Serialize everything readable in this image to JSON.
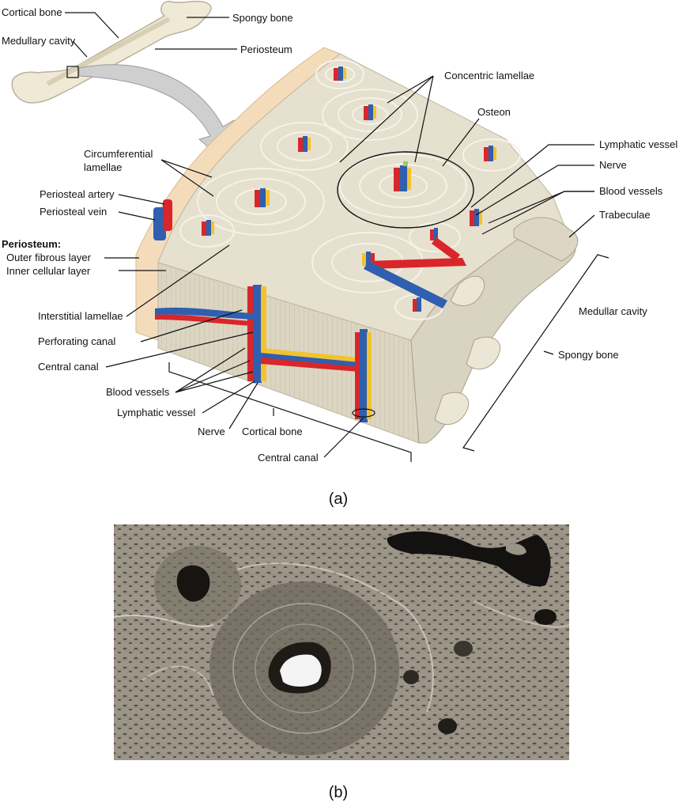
{
  "figure_a": {
    "caption": "(a)",
    "labels": {
      "cortical_bone_top": "Cortical bone",
      "medullary_cavity": "Medullary cavity",
      "spongy_bone_top": "Spongy bone",
      "periosteum_top": "Periosteum",
      "concentric_lamellae": "Concentric lamellae",
      "osteon": "Osteon",
      "circumferential_lamellae_1": "Circumferential",
      "circumferential_lamellae_2": "lamellae",
      "lymphatic_vessel_right": "Lymphatic vessel",
      "nerve_right": "Nerve",
      "blood_vessels_right": "Blood vessels",
      "trabeculae": "Trabeculae",
      "periosteal_artery": "Periosteal artery",
      "periosteal_vein": "Periosteal vein",
      "periosteum_heading": "Periosteum:",
      "outer_fibrous_layer": "Outer fibrous layer",
      "inner_cellular_layer": "Inner cellular layer",
      "medullar_cavity": "Medullar cavity",
      "interstitial_lamellae": "Interstitial lamellae",
      "perforating_canal": "Perforating canal",
      "central_canal_left": "Central canal",
      "spongy_bone_right": "Spongy bone",
      "blood_vessels_bottom": "Blood vessels",
      "lymphatic_vessel_bottom": "Lymphatic vessel",
      "nerve_bottom": "Nerve",
      "cortical_bone_bottom": "Cortical bone",
      "central_canal_bottom": "Central canal"
    }
  },
  "figure_b": {
    "caption": "(b)"
  },
  "colors": {
    "artery": "#d8262b",
    "vein": "#2f5fae",
    "nerve": "#f2c22f",
    "lymph": "#9ccc65",
    "bone": "#e6e0cf",
    "bone_dark": "#cfc7b1",
    "periosteum": "#f4dcbb"
  }
}
